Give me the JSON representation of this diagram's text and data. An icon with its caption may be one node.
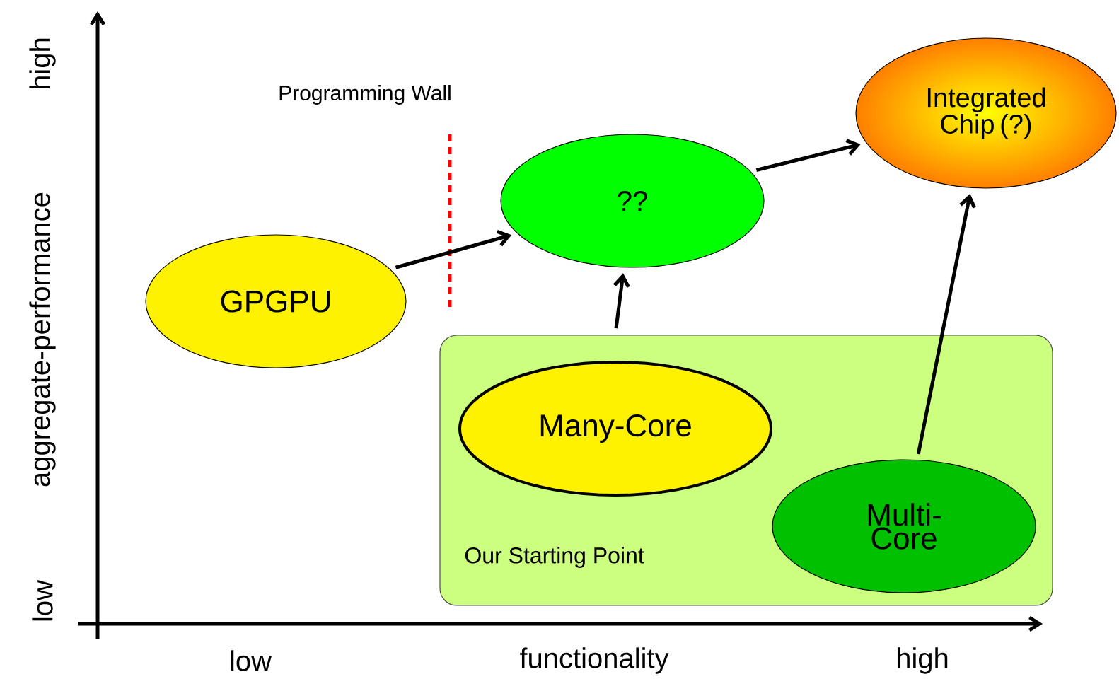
{
  "diagram": {
    "nodes": [
      {
        "text": [
          "GPGPU"
        ]
      },
      {
        "text": [
          "??"
        ]
      },
      {
        "text": [
          "Integrated Chip (?)"
        ]
      },
      {
        "text": [
          "Our Starting Point"
        ]
      },
      {
        "text": [
          "Many-Core"
        ],
        "in": 3
      },
      {
        "text": [
          "Multi-Core"
        ],
        "in": 3
      }
    ],
    "edges": [
      {
        "from": 0,
        "to": 1,
        "arrow": "to"
      },
      {
        "from": 1,
        "to": 2,
        "arrow": "to"
      },
      {
        "from": 4,
        "to": 1,
        "arrow": "to"
      },
      {
        "from": 5,
        "to": 2,
        "arrow": "to"
      }
    ],
    "labels": [
      "Programming Wall",
      "high",
      "aggregate-performance",
      "low",
      "low",
      "functionality",
      "high"
    ]
  }
}
